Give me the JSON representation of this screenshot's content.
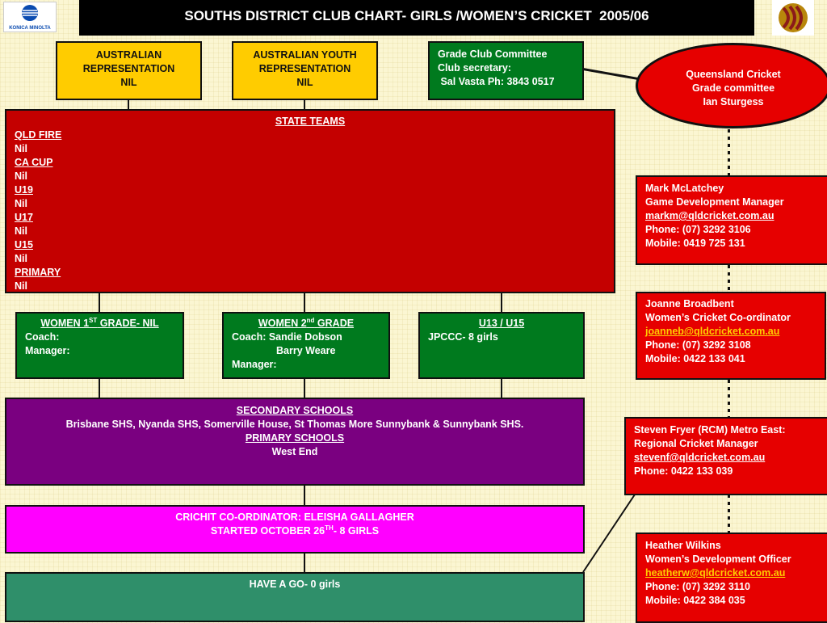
{
  "header": {
    "title": "SOUTHS DISTRICT CLUB CHART- GIRLS /WOMEN’S CRICKET  2005/06",
    "logo_left": "KONICA MINOLTA"
  },
  "aus_rep": {
    "line1": "AUSTRALIAN",
    "line2": "REPRESENTATION",
    "line3": "NIL"
  },
  "aus_youth": {
    "line1": "AUSTRALIAN YOUTH",
    "line2": "REPRESENTATION",
    "line3": "NIL"
  },
  "grade_committee": {
    "line1": "Grade Club Committee",
    "line2": "Club secretary:",
    "line3": " Sal Vasta Ph: 3843 0517"
  },
  "qld_cricket": {
    "line1": "Queensland Cricket",
    "line2": "Grade committee",
    "line3": "Ian Sturgess"
  },
  "state_teams": {
    "title": "STATE TEAMS",
    "items": [
      {
        "name": "QLD FIRE",
        "value": "Nil"
      },
      {
        "name": "CA CUP",
        "value": "Nil"
      },
      {
        "name": "U19",
        "value": "Nil"
      },
      {
        "name": "U17",
        "value": "Nil"
      },
      {
        "name": "U15",
        "value": "Nil"
      },
      {
        "name": "PRIMARY",
        "value": "Nil"
      }
    ]
  },
  "women1": {
    "title_a": "WOMEN 1",
    "title_sup": "ST",
    "title_b": " GRADE- NIL",
    "coach": "Coach:",
    "manager": "Manager:"
  },
  "women2": {
    "title_a": "WOMEN 2",
    "title_sup": "nd",
    "title_b": " GRADE",
    "coach": "Coach: Sandie Dobson",
    "coach2": "Barry Weare",
    "manager": "Manager:"
  },
  "u13": {
    "title": "U13 / U15",
    "text": "JPCCC- 8 girls"
  },
  "schools": {
    "secondary_title": "SECONDARY SCHOOLS",
    "secondary_text": "Brisbane SHS, Nyanda SHS, Somerville House, St Thomas More Sunnybank & Sunnybank SHS.",
    "primary_title": "PRIMARY SCHOOLS",
    "primary_text": "West End"
  },
  "crichit": {
    "line1": "CRICHIT CO-ORDINATOR: ELEISHA GALLAGHER",
    "line2_a": "STARTED OCTOBER 26",
    "line2_sup": "TH",
    "line2_b": "- 8 GIRLS"
  },
  "have_a_go": {
    "text": "HAVE A GO- 0 girls"
  },
  "contacts": [
    {
      "name": "Mark McLatchey",
      "role": "Game Development Manager",
      "email": "markm@qldcricket.com.au",
      "phone": "Phone: (07) 3292 3106",
      "mobile": "Mobile: 0419 725 131"
    },
    {
      "name": "Joanne Broadbent",
      "role": "Women’s Cricket Co-ordinator",
      "email": "joanneb@qldcricket.com.au",
      "phone": "Phone: (07) 3292 3108",
      "mobile": "Mobile: 0422 133 041"
    },
    {
      "name": "Steven Fryer (RCM) Metro East:",
      "role": "Regional Cricket Manager",
      "email": "stevenf@qldcricket.com.au",
      "phone": "Phone: 0422 133 039"
    },
    {
      "name": "Heather Wilkins",
      "role": "Women’s Development Officer",
      "email": "heatherw@qldcricket.com.au",
      "phone": "Phone: (07) 3292 3110",
      "mobile": "Mobile: 0422 384 035"
    }
  ],
  "colors": {
    "header_bg": "#000000",
    "yellow": "#ffcc00",
    "green": "#007a1e",
    "red": "#e60000",
    "purple": "#7a0080",
    "magenta": "#ff00ff",
    "teal": "#2f8f6a"
  }
}
